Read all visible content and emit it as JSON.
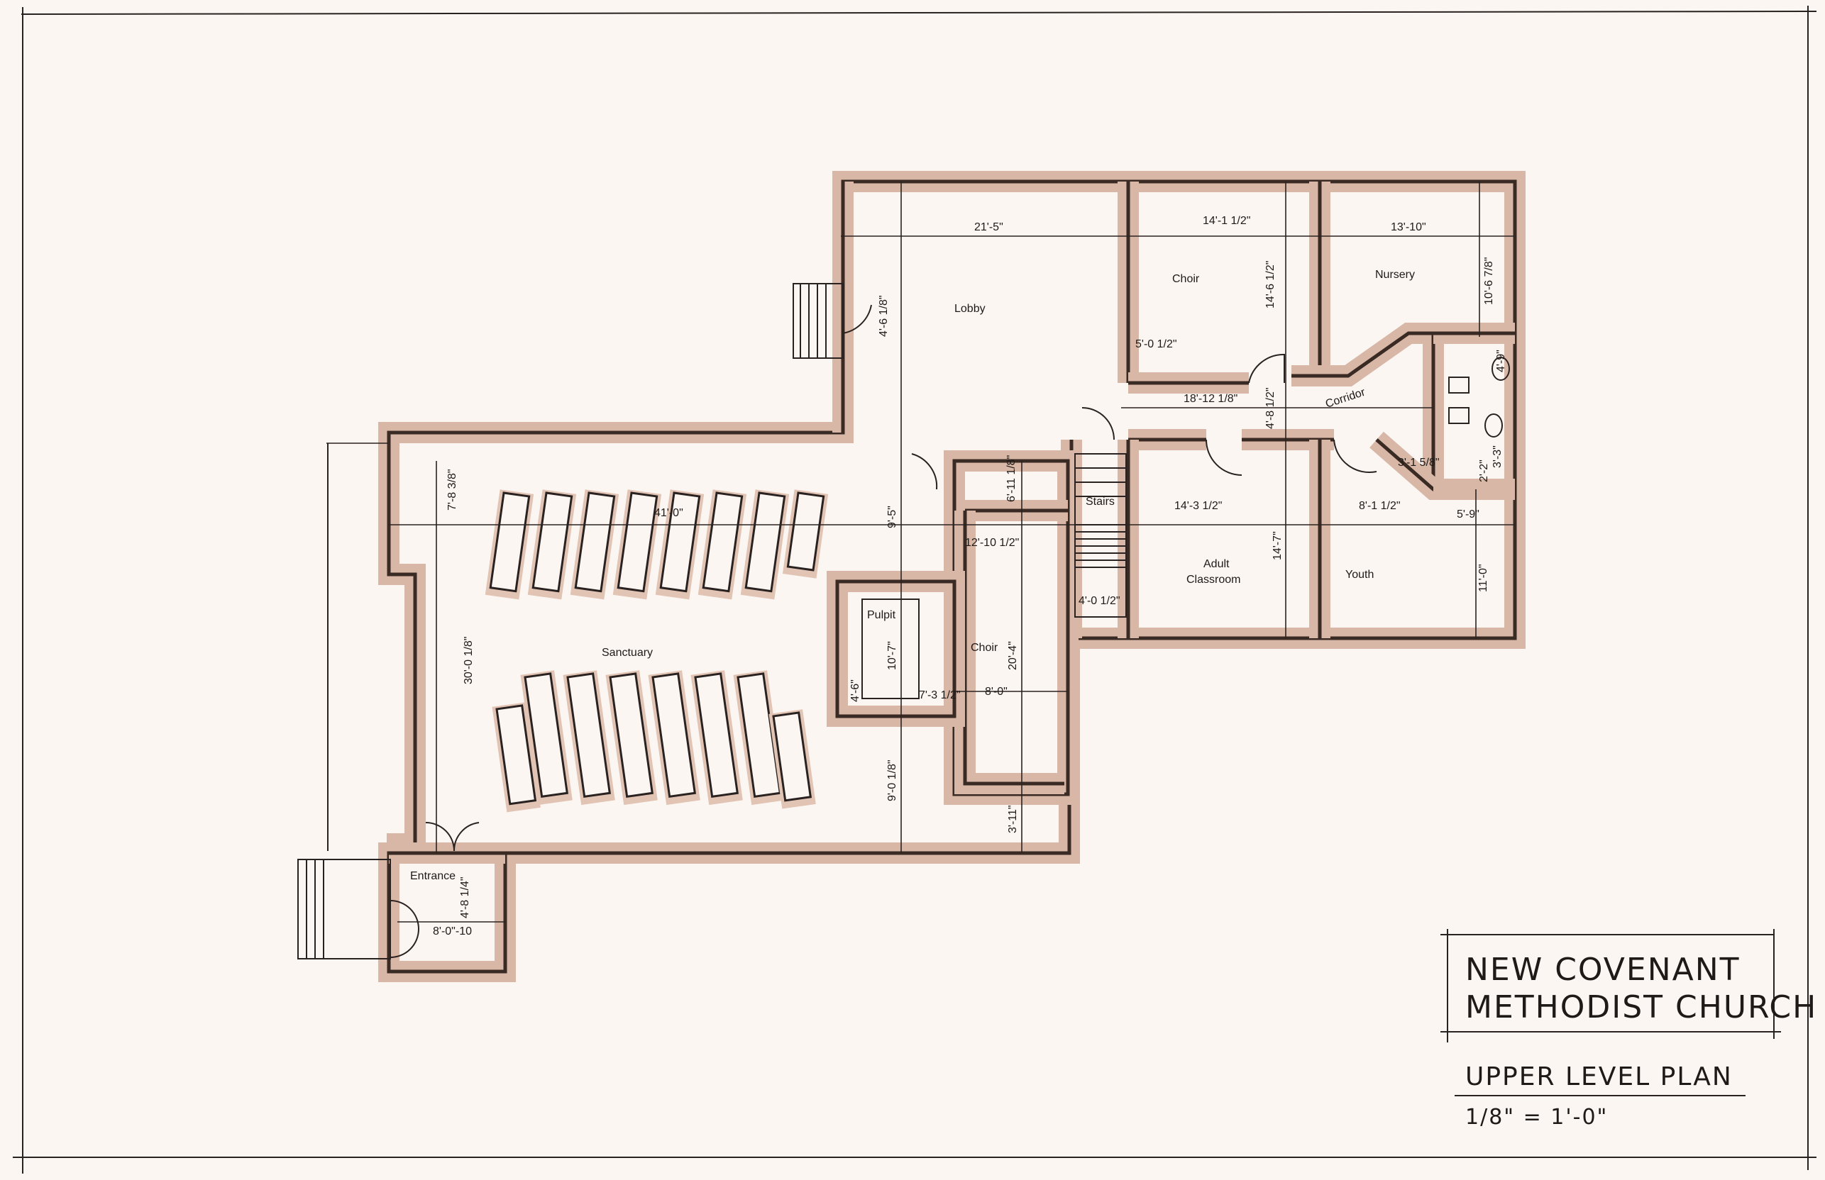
{
  "title_block": {
    "line1": "NEW COVENANT",
    "line2": "METHODIST CHURCH",
    "plan_name": "UPPER LEVEL PLAN",
    "scale": "1/8\" = 1'-0\""
  },
  "rooms": {
    "lobby": "Lobby",
    "choir_upper": "Choir",
    "nursery": "Nursery",
    "corridor": "Corridor",
    "stairs": "Stairs",
    "adult_classroom_1": "Adult",
    "adult_classroom_2": "Classroom",
    "youth": "Youth",
    "sanctuary": "Sanctuary",
    "pulpit": "Pulpit",
    "choir_lower": "Choir",
    "entrance": "Entrance"
  },
  "dimensions": {
    "lobby_width": "21'-5\"",
    "choir_width": "14'-1 1/2\"",
    "nursery_width": "13'-10\"",
    "choir_height": "14'-6 1/2\"",
    "nursery_height": "10'-6 7/8\"",
    "choir_closet": "5'-0 1/2\"",
    "corridor_length": "18'-12 1/8\"",
    "corridor_width": "4'-8 1/2\"",
    "lobby_door": "4'-6 1/8\"",
    "sanctuary_width": "41'-0\"",
    "sanctuary_height": "30'-0 1/8\"",
    "sanctuary_alcove": "7'-8 3/8\"",
    "lobby_opening": "9'-5\"",
    "choir_alcove": "6'-11 1/8\"",
    "choir_lower_width": "12'-10 1/2\"",
    "choir_lower_height": "20'-4\"",
    "choir_lower_depth": "8'-0\"",
    "pulpit_height": "10'-7\"",
    "pulpit_width": "7'-3 1/2\"",
    "pulpit_step": "4'-6\"",
    "sanctuary_lower": "9'-0 1/8\"",
    "choir_bottom": "3'-11\"",
    "stairs_width": "4'-0 1/2\"",
    "adult_width": "14'-3 1/2\"",
    "adult_height": "14'-7\"",
    "youth_width": "8'-1 1/2\"",
    "youth_width2": "5'-9\"",
    "youth_height": "11'-0\"",
    "restroom_a": "3'-1 5/8\"",
    "restroom_b": "2'-2\"",
    "restroom_c": "4'-9\"",
    "restroom_d": "3'-3\"",
    "entrance_width": "8'-0\"-10",
    "entrance_height": "4'-8 1/4\""
  }
}
